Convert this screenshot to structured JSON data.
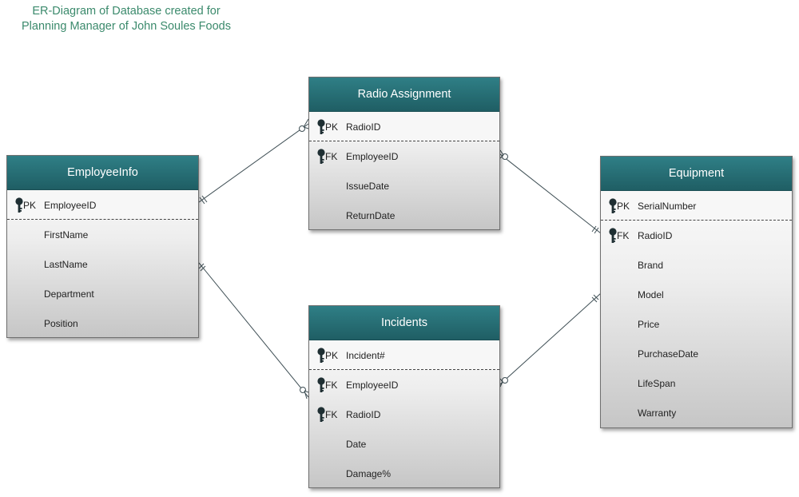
{
  "title": {
    "line1": "ER-Diagram of Database created for",
    "line2": "Planning Manager of John Soules Foods"
  },
  "entities": {
    "employee": {
      "name": "EmployeeInfo",
      "pk": [
        {
          "key": "PK",
          "name": "EmployeeID"
        }
      ],
      "attrs": [
        {
          "key": "",
          "name": "FirstName"
        },
        {
          "key": "",
          "name": "LastName"
        },
        {
          "key": "",
          "name": "Department"
        },
        {
          "key": "",
          "name": "Position"
        }
      ]
    },
    "radio": {
      "name": "Radio Assignment",
      "pk": [
        {
          "key": "PK",
          "name": "RadioID"
        }
      ],
      "attrs": [
        {
          "key": "FK",
          "name": "EmployeeID"
        },
        {
          "key": "",
          "name": "IssueDate"
        },
        {
          "key": "",
          "name": "ReturnDate"
        }
      ]
    },
    "incidents": {
      "name": "Incidents",
      "pk": [
        {
          "key": "PK",
          "name": "Incident#"
        }
      ],
      "attrs": [
        {
          "key": "FK",
          "name": "EmployeeID"
        },
        {
          "key": "FK",
          "name": "RadioID"
        },
        {
          "key": "",
          "name": "Date"
        },
        {
          "key": "",
          "name": "Damage%"
        }
      ]
    },
    "equipment": {
      "name": "Equipment",
      "pk": [
        {
          "key": "PK",
          "name": "SerialNumber"
        }
      ],
      "attrs": [
        {
          "key": "FK",
          "name": "RadioID"
        },
        {
          "key": "",
          "name": "Brand"
        },
        {
          "key": "",
          "name": "Model"
        },
        {
          "key": "",
          "name": "Price"
        },
        {
          "key": "",
          "name": "PurchaseDate"
        },
        {
          "key": "",
          "name": "LifeSpan"
        },
        {
          "key": "",
          "name": "Warranty"
        }
      ]
    }
  },
  "relationships": [
    {
      "from": "employee",
      "from_end": "one",
      "to": "radio",
      "to_end": "zero-or-many"
    },
    {
      "from": "employee",
      "from_end": "one",
      "to": "incidents",
      "to_end": "zero-or-many"
    },
    {
      "from": "radio",
      "from_end": "zero-or-many",
      "to": "equipment",
      "to_end": "one"
    },
    {
      "from": "incidents",
      "from_end": "zero-or-many",
      "to": "equipment",
      "to_end": "one"
    }
  ],
  "colors": {
    "header_top": "#2f7f86",
    "header_bottom": "#1f5e64",
    "title_text": "#3b8a6c",
    "connector": "#3f4f55"
  },
  "icons": {
    "key": "key-icon"
  }
}
